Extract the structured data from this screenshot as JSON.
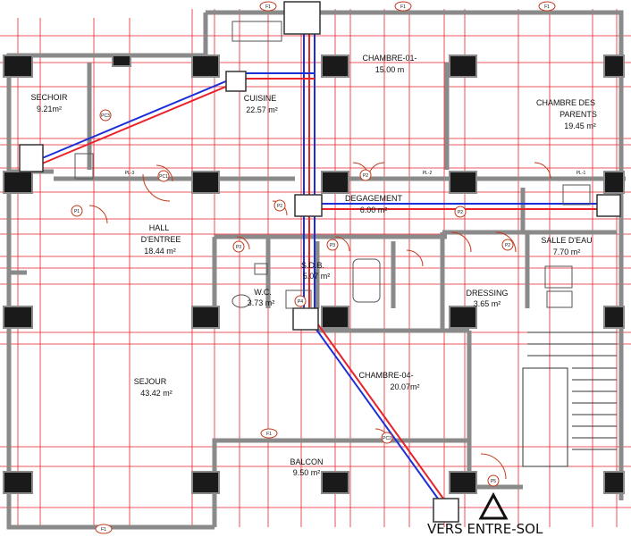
{
  "rooms": [
    {
      "name": "SECHOIR",
      "area": "9.21m²"
    },
    {
      "name": "CUISINE",
      "area": "22.57 m²"
    },
    {
      "name": "CHAMBRE-01-",
      "area": "15.00 m"
    },
    {
      "name": "CHAMBRE DES",
      "name2": "PARENTS",
      "area": "19.45 m²"
    },
    {
      "name": "DEGAGEMENT",
      "area": "6.00 m²"
    },
    {
      "name": "HALL",
      "name2": "D'ENTREE",
      "area": "18.44 m²"
    },
    {
      "name": "SALLE D'EAU",
      "area": "7.70 m²"
    },
    {
      "name": "S.D.B.",
      "area": "5.07 m²"
    },
    {
      "name": "W.C.",
      "area": "3.73 m²"
    },
    {
      "name": "DRESSING",
      "area": "3.65 m²"
    },
    {
      "name": "SEJOUR",
      "area": "43.42 m²"
    },
    {
      "name": "CHAMBRE-04-",
      "area": "20.07m²"
    },
    {
      "name": "BALCON",
      "area": "9.50 m²"
    }
  ],
  "door_tags": [
    "P1",
    "P2",
    "P2",
    "P3",
    "P3",
    "P2",
    "P2",
    "P4",
    "P5",
    "PC1",
    "PC2",
    "PC3"
  ],
  "window_tags": [
    "F1",
    "F1",
    "F1",
    "F1",
    "F1"
  ],
  "small_labels": [
    "PL-3",
    "PL-2",
    "PL-1"
  ],
  "footer": {
    "label": "VERS ENTRE-SOL"
  },
  "colors": {
    "wall": "#8a8a8a",
    "column": "#1a1a1a",
    "grid": "#e8232a",
    "duct_blue": "#1a2fd8",
    "duct_red": "#e8232a"
  }
}
